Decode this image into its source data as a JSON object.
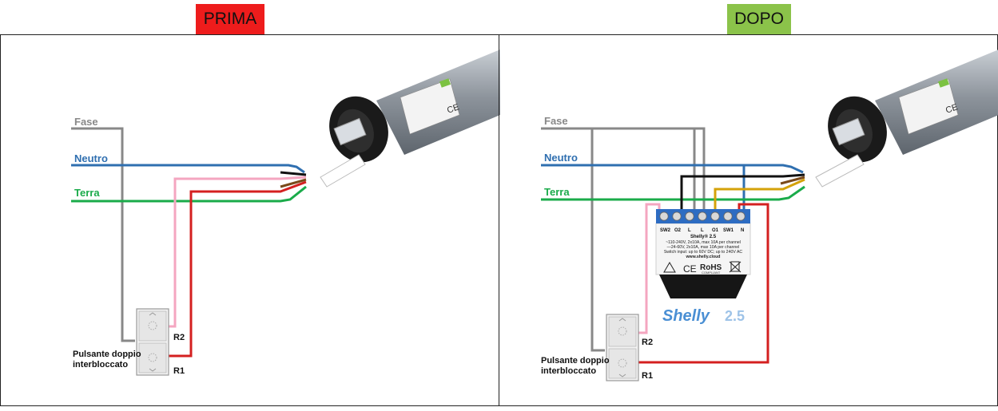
{
  "badges": {
    "before": {
      "label": "PRIMA",
      "color": "#ee1c1c"
    },
    "after": {
      "label": "DOPO",
      "color": "#8bc34a"
    }
  },
  "wires": {
    "phase": {
      "label": "Fase",
      "color": "#888888"
    },
    "neutral": {
      "label": "Neutro",
      "color": "#2f6fb0"
    },
    "earth": {
      "label": "Terra",
      "color": "#1aab4a"
    },
    "pink_color": "#f4a6c0",
    "red_color": "#d42020",
    "black_color": "#111111",
    "brown_color": "#7a4a1a",
    "yellow_color": "#d4a20a"
  },
  "switch": {
    "label_line1": "Pulsante doppio",
    "label_line2": "interbloccato",
    "r2": "R2",
    "r1": "R1"
  },
  "shelly": {
    "terminals": [
      "SW2",
      "O2",
      "L",
      "L",
      "O1",
      "SW1",
      "N"
    ],
    "model": "Shelly® 2.5",
    "spec_lines": [
      "~110-240V, 2x10A, max 10A per channel",
      "—24-60V, 2x10A, max 10A per channel",
      "Switch input: up to 60V DC; up to 240V AC",
      "www.shelly.cloud"
    ],
    "marks": {
      "ce": "CE",
      "rohs": "RoHS",
      "compliant": "COMPLIANT"
    },
    "logo": "Shelly",
    "logo_version": "2.5"
  }
}
